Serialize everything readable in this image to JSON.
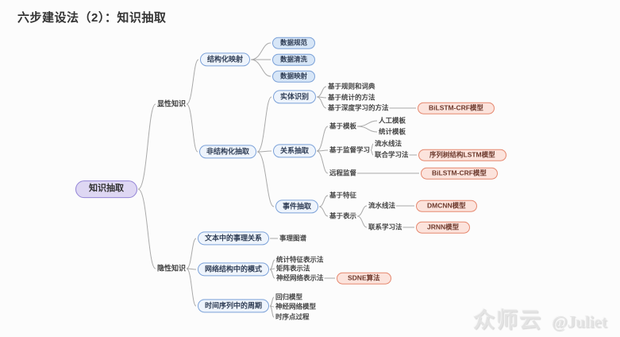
{
  "page": {
    "title": "六步建设法（2）：知识抽取",
    "watermark_brand": "众师云",
    "watermark_handle": "@Juliet"
  },
  "colors": {
    "root_fill": "#ded7f3",
    "root_border": "#9384d6",
    "branch_fill": "#eef4fc",
    "branch_border": "#7ba1d8",
    "leaf_blue_fill": "#d7e6f7",
    "model_fill": "#fce3dc",
    "model_border": "#e5886f",
    "edge": "#a9a9a9"
  },
  "mindmap": {
    "root": {
      "label": "知识抽取"
    },
    "explicit": {
      "label": "显性知识",
      "structured": {
        "label": "结构化映射",
        "children": [
          "数据规范",
          "数据清洗",
          "数据映射"
        ]
      },
      "unstructured": {
        "label": "非结构化抽取",
        "entity": {
          "label": "实体识别",
          "methods": [
            "基于规则和词典",
            "基于统计的方法",
            "基于深度学习的方法"
          ],
          "model": "BiLSTM-CRF模型"
        },
        "relation": {
          "label": "关系抽取",
          "template": {
            "label": "基于模板",
            "children": [
              "人工模板",
              "统计模板"
            ]
          },
          "supervised": {
            "label": "基于监督学习",
            "children": [
              "流水线法",
              "联合学习法"
            ],
            "model": "序列树结构LSTM模型"
          },
          "distant": {
            "label": "远程监督",
            "model": "BiLSTM-CRF模型"
          }
        },
        "event": {
          "label": "事件抽取",
          "feature": "基于特征",
          "representation": {
            "label": "基于表示",
            "pipeline": {
              "label": "流水线法",
              "model": "DMCNN模型"
            },
            "joint": {
              "label": "联系学习法",
              "model": "JRNN模型"
            }
          }
        }
      }
    },
    "implicit": {
      "label": "隐性知识",
      "text_relation": {
        "label": "文本中的事理关系",
        "child": "事理图谱"
      },
      "network_pattern": {
        "label": "网络结构中的模式",
        "children": [
          "统计特征表示法",
          "矩阵表示法",
          "神经网络表示法"
        ],
        "model": "SDNE算法"
      },
      "time_series": {
        "label": "时间序列中的周期",
        "children": [
          "回归模型",
          "神经网络模型",
          "时序点过程"
        ]
      }
    }
  }
}
